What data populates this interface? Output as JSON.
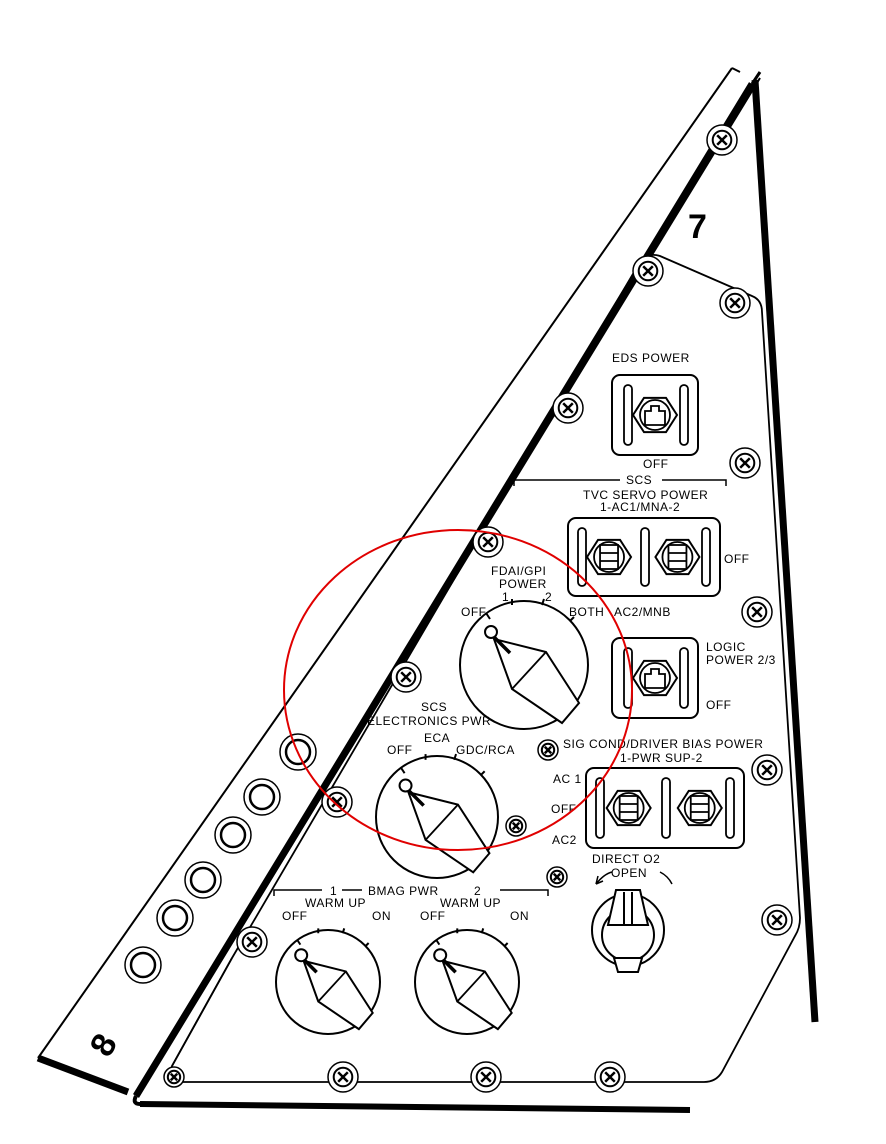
{
  "panel_numbers": {
    "top": "7",
    "bottom": "8"
  },
  "eds": {
    "title": "EDS POWER",
    "off": "OFF"
  },
  "scs_tvc": {
    "group": "SCS",
    "title": "TVC SERVO POWER",
    "subtitle": "1-AC1/MNA-2",
    "off": "OFF"
  },
  "fdai": {
    "title1": "FDAI/GPI",
    "title2": "POWER",
    "pos_off": "OFF",
    "pos_1": "1",
    "pos_2": "2",
    "pos_both": "BOTH",
    "side": "AC2/MNB"
  },
  "logic": {
    "title1": "LOGIC",
    "title2": "POWER 2/3",
    "off": "OFF"
  },
  "scs_elec": {
    "title1": "SCS",
    "title2": "ELECTRONICS PWR",
    "pos_off": "OFF",
    "pos_eca": "ECA",
    "pos_gdc": "GDC/RCA"
  },
  "sig_cond": {
    "title": "SIG COND/DRIVER BIAS POWER",
    "subtitle": "1-PWR SUP-2",
    "ac1": "AC 1",
    "off": "OFF",
    "ac2": "AC2"
  },
  "direct_o2": {
    "title": "DIRECT O2",
    "open": "OPEN"
  },
  "bmag": {
    "title": "BMAG  PWR",
    "one": "1",
    "two": "2",
    "warm1": "WARM UP",
    "warm2": "WARM  UP",
    "off1": "OFF",
    "on1": "ON",
    "off2": "OFF",
    "on2": "ON"
  },
  "colors": {
    "ink": "#000000",
    "highlight": "#e00000"
  }
}
